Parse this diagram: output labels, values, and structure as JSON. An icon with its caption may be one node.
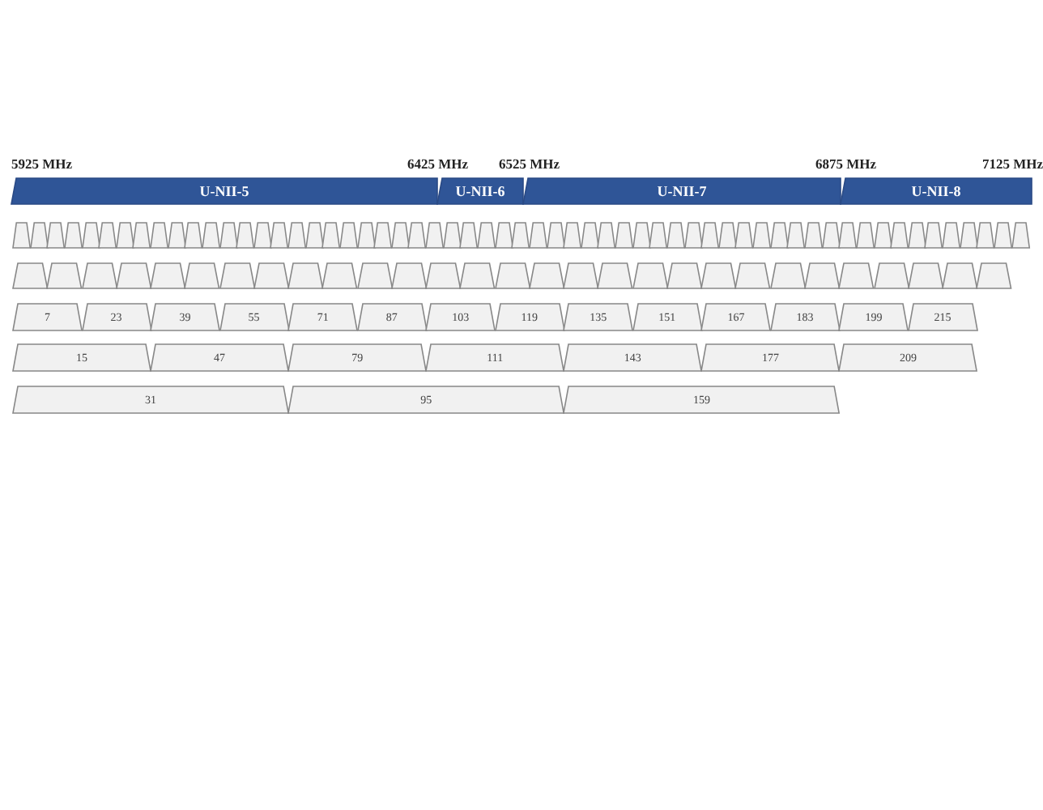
{
  "diagram": {
    "nodes": [
      {
        "text": [
          "U-NII-5"
        ]
      },
      {
        "text": [
          "U-NII-6"
        ]
      },
      {
        "text": [
          "U-NII-7"
        ]
      },
      {
        "text": [
          "U-NII-8"
        ]
      },
      {
        "text": [],
        "shape": "trapezoid"
      },
      {
        "text": [],
        "shape": "trapezoid"
      },
      {
        "text": [],
        "shape": "trapezoid"
      },
      {
        "text": [],
        "shape": "trapezoid"
      },
      {
        "text": [],
        "shape": "trapezoid"
      },
      {
        "text": [],
        "shape": "trapezoid"
      },
      {
        "text": [],
        "shape": "trapezoid"
      },
      {
        "text": [],
        "shape": "trapezoid"
      },
      {
        "text": [],
        "shape": "trapezoid"
      },
      {
        "text": [],
        "shape": "trapezoid"
      },
      {
        "text": [],
        "shape": "trapezoid"
      },
      {
        "text": [],
        "shape": "trapezoid"
      },
      {
        "text": [],
        "shape": "trapezoid"
      },
      {
        "text": [],
        "shape": "trapezoid"
      },
      {
        "text": [],
        "shape": "trapezoid"
      },
      {
        "text": [],
        "shape": "trapezoid"
      },
      {
        "text": [],
        "shape": "trapezoid"
      },
      {
        "text": [],
        "shape": "trapezoid"
      },
      {
        "text": [],
        "shape": "trapezoid"
      },
      {
        "text": [],
        "shape": "trapezoid"
      },
      {
        "text": [],
        "shape": "trapezoid"
      },
      {
        "text": [],
        "shape": "trapezoid"
      },
      {
        "text": [],
        "shape": "trapezoid"
      },
      {
        "text": [],
        "shape": "trapezoid"
      },
      {
        "text": [],
        "shape": "trapezoid"
      },
      {
        "text": [],
        "shape": "trapezoid"
      },
      {
        "text": [],
        "shape": "trapezoid"
      },
      {
        "text": [],
        "shape": "trapezoid"
      },
      {
        "text": [],
        "shape": "trapezoid"
      },
      {
        "text": [],
        "shape": "trapezoid"
      },
      {
        "text": [],
        "shape": "trapezoid"
      },
      {
        "text": [],
        "shape": "trapezoid"
      },
      {
        "text": [],
        "shape": "trapezoid"
      },
      {
        "text": [],
        "shape": "trapezoid"
      },
      {
        "text": [],
        "shape": "trapezoid"
      },
      {
        "text": [],
        "shape": "trapezoid"
      },
      {
        "text": [],
        "shape": "trapezoid"
      },
      {
        "text": [],
        "shape": "trapezoid"
      },
      {
        "text": [],
        "shape": "trapezoid"
      },
      {
        "text": [],
        "shape": "trapezoid"
      },
      {
        "text": [],
        "shape": "trapezoid"
      },
      {
        "text": [],
        "shape": "trapezoid"
      },
      {
        "text": [],
        "shape": "trapezoid"
      },
      {
        "text": [],
        "shape": "trapezoid"
      },
      {
        "text": [],
        "shape": "trapezoid"
      },
      {
        "text": [],
        "shape": "trapezoid"
      },
      {
        "text": [],
        "shape": "trapezoid"
      },
      {
        "text": [],
        "shape": "trapezoid"
      },
      {
        "text": [],
        "shape": "trapezoid"
      },
      {
        "text": [],
        "shape": "trapezoid"
      },
      {
        "text": [],
        "shape": "trapezoid"
      },
      {
        "text": [],
        "shape": "trapezoid"
      },
      {
        "text": [],
        "shape": "trapezoid"
      },
      {
        "text": [],
        "shape": "trapezoid"
      },
      {
        "text": [],
        "shape": "trapezoid"
      },
      {
        "text": [],
        "shape": "trapezoid"
      },
      {
        "text": [],
        "shape": "trapezoid"
      },
      {
        "text": [],
        "shape": "trapezoid"
      },
      {
        "text": [],
        "shape": "trapezoid"
      },
      {
        "text": [],
        "shape": "trapezoid"
      },
      {
        "text": [],
        "shape": "trapezoid"
      },
      {
        "text": [],
        "shape": "trapezoid"
      },
      {
        "text": [],
        "shape": "trapezoid"
      },
      {
        "text": [],
        "shape": "trapezoid"
      },
      {
        "text": [],
        "shape": "trapezoid"
      },
      {
        "text": [],
        "shape": "trapezoid"
      },
      {
        "text": [],
        "shape": "trapezoid"
      },
      {
        "text": [],
        "shape": "trapezoid"
      },
      {
        "text": [],
        "shape": "trapezoid"
      },
      {
        "text": [],
        "shape": "trapezoid"
      },
      {
        "text": [],
        "shape": "trapezoid"
      },
      {
        "text": [],
        "shape": "trapezoid"
      },
      {
        "text": [],
        "shape": "trapezoid"
      },
      {
        "text": [],
        "shape": "trapezoid"
      },
      {
        "text": [],
        "shape": "trapezoid"
      },
      {
        "text": [],
        "shape": "trapezoid"
      },
      {
        "text": [],
        "shape": "trapezoid"
      },
      {
        "text": [],
        "shape": "trapezoid"
      },
      {
        "text": [],
        "shape": "trapezoid"
      },
      {
        "text": [],
        "shape": "trapezoid"
      },
      {
        "text": [],
        "shape": "trapezoid"
      },
      {
        "text": [],
        "shape": "trapezoid"
      },
      {
        "text": [],
        "shape": "trapezoid"
      },
      {
        "text": [],
        "shape": "trapezoid"
      },
      {
        "text": [],
        "shape": "trapezoid"
      },
      {
        "text": [],
        "shape": "trapezoid"
      },
      {
        "text": [],
        "shape": "trapezoid"
      },
      {
        "text": [],
        "shape": "trapezoid"
      },
      {
        "text": [
          "7"
        ]
      },
      {
        "text": [
          "23"
        ]
      },
      {
        "text": [
          "39"
        ]
      },
      {
        "text": [
          "55"
        ]
      },
      {
        "text": [
          "71"
        ]
      },
      {
        "text": [
          "87"
        ]
      },
      {
        "text": [
          "103"
        ]
      },
      {
        "text": [
          "119"
        ]
      },
      {
        "text": [
          "135"
        ]
      },
      {
        "text": [
          "151"
        ]
      },
      {
        "text": [
          "167"
        ]
      },
      {
        "text": [
          "183"
        ]
      },
      {
        "text": [
          "199"
        ]
      },
      {
        "text": [
          "215"
        ]
      },
      {
        "text": [
          "15"
        ]
      },
      {
        "text": [
          "47"
        ]
      },
      {
        "text": [
          "79"
        ]
      },
      {
        "text": [
          "111"
        ]
      },
      {
        "text": [
          "143"
        ]
      },
      {
        "text": [
          "177"
        ]
      },
      {
        "text": [
          "209"
        ]
      },
      {
        "text": [
          "31"
        ]
      },
      {
        "text": [
          "95"
        ]
      },
      {
        "text": [
          "159"
        ]
      }
    ],
    "labels": [
      "5925 MHz",
      "6425 MHz",
      "6525 MHz",
      "6875 MHz",
      "7125 MHz"
    ]
  }
}
